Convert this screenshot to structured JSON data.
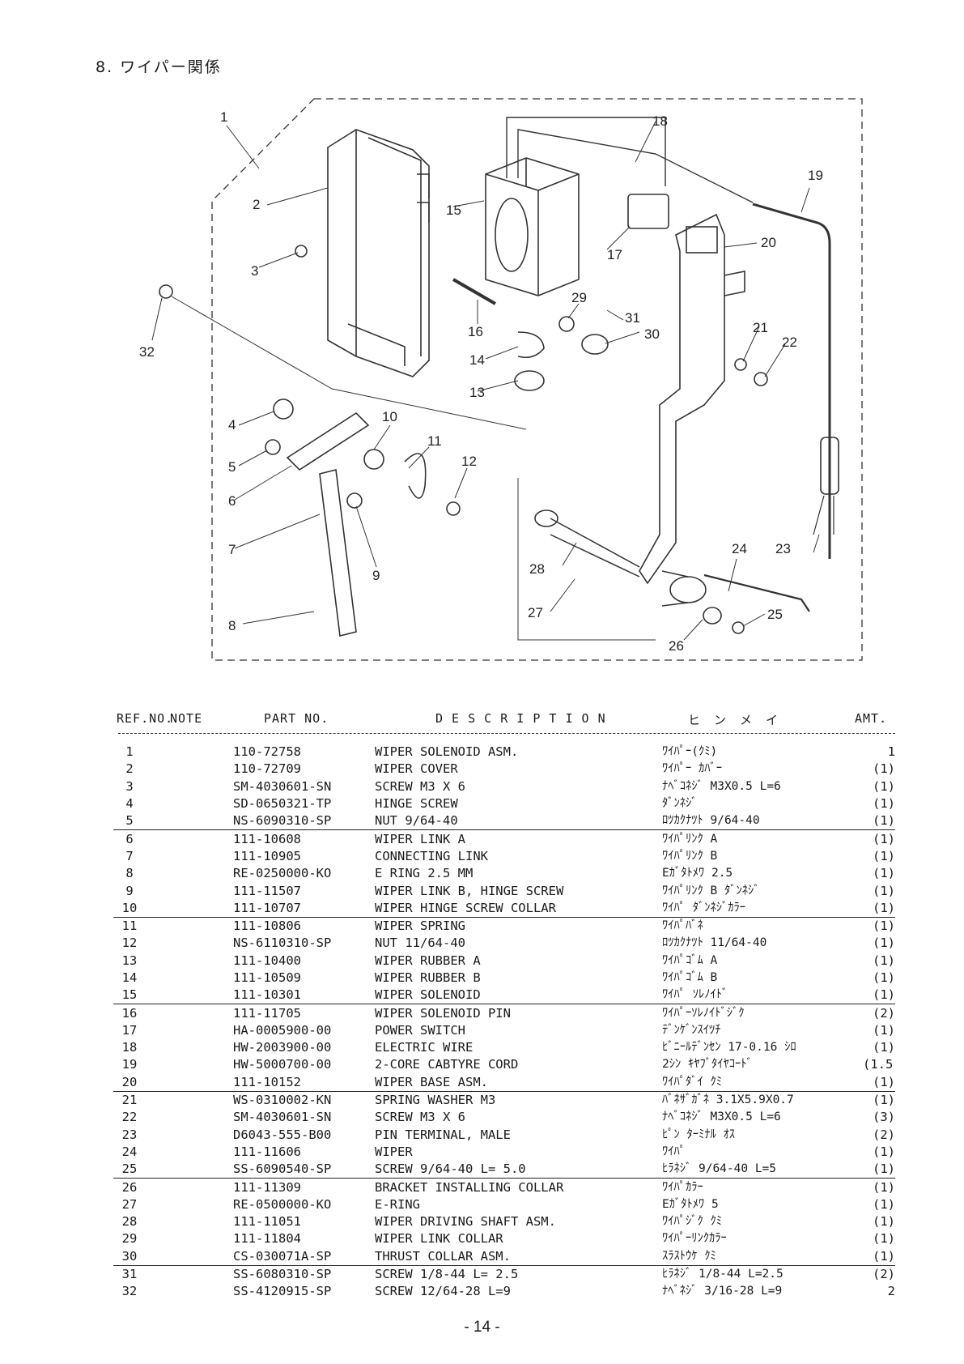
{
  "section_title": "8. ワイパー関係",
  "diagram": {
    "callouts": [
      "1",
      "2",
      "3",
      "4",
      "5",
      "6",
      "7",
      "8",
      "9",
      "10",
      "11",
      "12",
      "13",
      "14",
      "15",
      "16",
      "17",
      "18",
      "19",
      "20",
      "21",
      "22",
      "23",
      "24",
      "25",
      "26",
      "27",
      "28",
      "29",
      "30",
      "31",
      "32"
    ]
  },
  "table": {
    "headers": {
      "ref_no": "REF.NO.",
      "note": "NOTE",
      "part_no": "PART NO.",
      "description": "D E S C R I P T I O N",
      "kana": "ヒ　ン　メ　イ",
      "amt": "AMT."
    },
    "rows": [
      {
        "ref": "1",
        "part": "110-72758",
        "desc": "WIPER SOLENOID ASM.",
        "kana": "ﾜｲﾊﾟｰ(ｸﾐ)",
        "amt": "1"
      },
      {
        "ref": "2",
        "part": "110-72709",
        "desc": "WIPER COVER",
        "kana": "ﾜｲﾊﾟｰ ｶﾊﾞｰ",
        "amt": "(1)"
      },
      {
        "ref": "3",
        "part": "SM-4030601-SN",
        "desc": "SCREW M3 X 6",
        "kana": "ﾅﾍﾞｺﾈｼﾞ M3X0.5 L=6",
        "amt": "(1)"
      },
      {
        "ref": "4",
        "part": "SD-0650321-TP",
        "desc": "HINGE SCREW",
        "kana": "ﾀﾞﾝﾈｼﾞ",
        "amt": "(1)"
      },
      {
        "ref": "5",
        "part": "NS-6090310-SP",
        "desc": "NUT  9/64-40",
        "kana": "ﾛﾂｶｸﾅﾂﾄ 9/64-40",
        "amt": "(1)"
      },
      {
        "ref": "6",
        "part": "111-10608",
        "desc": "WIPER LINK A",
        "kana": "ﾜｲﾊﾟﾘﾝｸ A",
        "amt": "(1)"
      },
      {
        "ref": "7",
        "part": "111-10905",
        "desc": "CONNECTING LINK",
        "kana": "ﾜｲﾊﾟﾘﾝｸ B",
        "amt": "(1)"
      },
      {
        "ref": "8",
        "part": "RE-0250000-KO",
        "desc": "E RING 2.5 MM",
        "kana": "Eｶﾞﾀﾄﾒﾜ 2.5",
        "amt": "(1)"
      },
      {
        "ref": "9",
        "part": "111-11507",
        "desc": "WIPER LINK B, HINGE SCREW",
        "kana": "ﾜｲﾊﾟﾘﾝｸ B ﾀﾞﾝﾈｼﾞ",
        "amt": "(1)"
      },
      {
        "ref": "10",
        "part": "111-10707",
        "desc": "WIPER HINGE SCREW COLLAR",
        "kana": "ﾜｲﾊﾟ ﾀﾞﾝﾈｼﾞｶﾗｰ",
        "amt": "(1)"
      },
      {
        "ref": "11",
        "part": "111-10806",
        "desc": "WIPER SPRING",
        "kana": "ﾜｲﾊﾟﾊﾞﾈ",
        "amt": "(1)"
      },
      {
        "ref": "12",
        "part": "NS-6110310-SP",
        "desc": "NUT 11/64-40",
        "kana": "ﾛﾂｶｸﾅﾂﾄ 11/64-40",
        "amt": "(1)"
      },
      {
        "ref": "13",
        "part": "111-10400",
        "desc": "WIPER RUBBER A",
        "kana": "ﾜｲﾊﾟｺﾞﾑ A",
        "amt": "(1)"
      },
      {
        "ref": "14",
        "part": "111-10509",
        "desc": "WIPER RUBBER B",
        "kana": "ﾜｲﾊﾟｺﾞﾑ B",
        "amt": "(1)"
      },
      {
        "ref": "15",
        "part": "111-10301",
        "desc": "WIPER SOLENOID",
        "kana": "ﾜｲﾊﾟ ｿﾚﾉｲﾄﾞ",
        "amt": "(1)"
      },
      {
        "ref": "16",
        "part": "111-11705",
        "desc": "WIPER SOLENOID PIN",
        "kana": "ﾜｲﾊﾟｰｿﾚﾉｲﾄﾞｼﾞｸ",
        "amt": "(2)"
      },
      {
        "ref": "17",
        "part": "HA-0005900-00",
        "desc": "POWER SWITCH",
        "kana": "ﾃﾞﾝｹﾞﾝｽｲﾂﾁ",
        "amt": "(1)"
      },
      {
        "ref": "18",
        "part": "HW-2003900-00",
        "desc": "ELECTRIC WIRE",
        "kana": "ﾋﾞﾆｰﾙﾃﾞﾝｾﾝ 17-0.16 ｼﾛ",
        "amt": "(1)"
      },
      {
        "ref": "19",
        "part": "HW-5000700-00",
        "desc": "2-CORE CABTYRE CORD",
        "kana": "2ｼﾝ ｷﾔﾌﾞﾀｲﾔｺｰﾄﾞ",
        "amt": "(1.5)"
      },
      {
        "ref": "20",
        "part": "111-10152",
        "desc": "WIPER BASE ASM.",
        "kana": "ﾜｲﾊﾟﾀﾞｲ ｸﾐ",
        "amt": "(1)"
      },
      {
        "ref": "21",
        "part": "WS-0310002-KN",
        "desc": "SPRING WASHER M3",
        "kana": "ﾊﾞﾈｻﾞｶﾞﾈ 3.1X5.9X0.7",
        "amt": "(1)"
      },
      {
        "ref": "22",
        "part": "SM-4030601-SN",
        "desc": "SCREW M3 X 6",
        "kana": "ﾅﾍﾞｺﾈｼﾞ M3X0.5 L=6",
        "amt": "(3)"
      },
      {
        "ref": "23",
        "part": "D6043-555-B00",
        "desc": "PIN TERMINAL, MALE",
        "kana": "ﾋﾟﾝ ﾀｰﾐﾅﾙ ｵｽ",
        "amt": "(2)"
      },
      {
        "ref": "24",
        "part": "111-11606",
        "desc": "WIPER",
        "kana": "ﾜｲﾊﾟ",
        "amt": "(1)"
      },
      {
        "ref": "25",
        "part": "SS-6090540-SP",
        "desc": "SCREW 9/64-40 L= 5.0",
        "kana": "ﾋﾗﾈｼﾞ 9/64-40 L=5",
        "amt": "(1)"
      },
      {
        "ref": "26",
        "part": "111-11309",
        "desc": "BRACKET INSTALLING COLLAR",
        "kana": "ﾜｲﾊﾟｶﾗｰ",
        "amt": "(1)"
      },
      {
        "ref": "27",
        "part": "RE-0500000-KO",
        "desc": "E-RING",
        "kana": "Eｶﾞﾀﾄﾒﾜ 5",
        "amt": "(1)"
      },
      {
        "ref": "28",
        "part": "111-11051",
        "desc": "WIPER DRIVING SHAFT ASM.",
        "kana": "ﾜｲﾊﾟｼﾞｸ ｸﾐ",
        "amt": "(1)"
      },
      {
        "ref": "29",
        "part": "111-11804",
        "desc": "WIPER LINK COLLAR",
        "kana": "ﾜｲﾊﾟｰﾘﾝｸｶﾗｰ",
        "amt": "(1)"
      },
      {
        "ref": "30",
        "part": "CS-030071A-SP",
        "desc": "THRUST COLLAR ASM.",
        "kana": "ｽﾗｽﾄｳｹ ｸﾐ",
        "amt": "(1)"
      },
      {
        "ref": "31",
        "part": "SS-6080310-SP",
        "desc": "SCREW  1/8-44  L= 2.5",
        "kana": "ﾋﾗﾈｼﾞ 1/8-44 L=2.5",
        "amt": "(2)"
      },
      {
        "ref": "32",
        "part": "SS-4120915-SP",
        "desc": "SCREW 12/64-28 L=9",
        "kana": "ﾅﾍﾞﾈｼﾞ 3/16-28 L=9",
        "amt": "2"
      }
    ]
  },
  "page_number": "- 14 -"
}
